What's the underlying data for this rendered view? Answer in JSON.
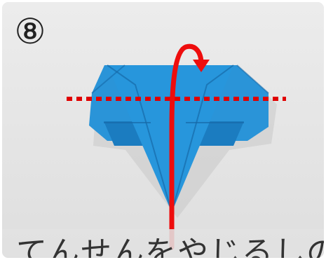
{
  "step": {
    "number": "⑧"
  },
  "caption": {
    "text": "てんせんをやじるしの"
  },
  "illustration": {
    "paper_color": "#1f8fd6",
    "paper_shadow_color": "#1670ad",
    "background_color": "#e6e6e6",
    "fold_line_color": "#e00000",
    "arrow_color": "#ee0d0d",
    "fold_line_icon": "dotted-line",
    "arrow_icon": "curved-arrow-up"
  }
}
